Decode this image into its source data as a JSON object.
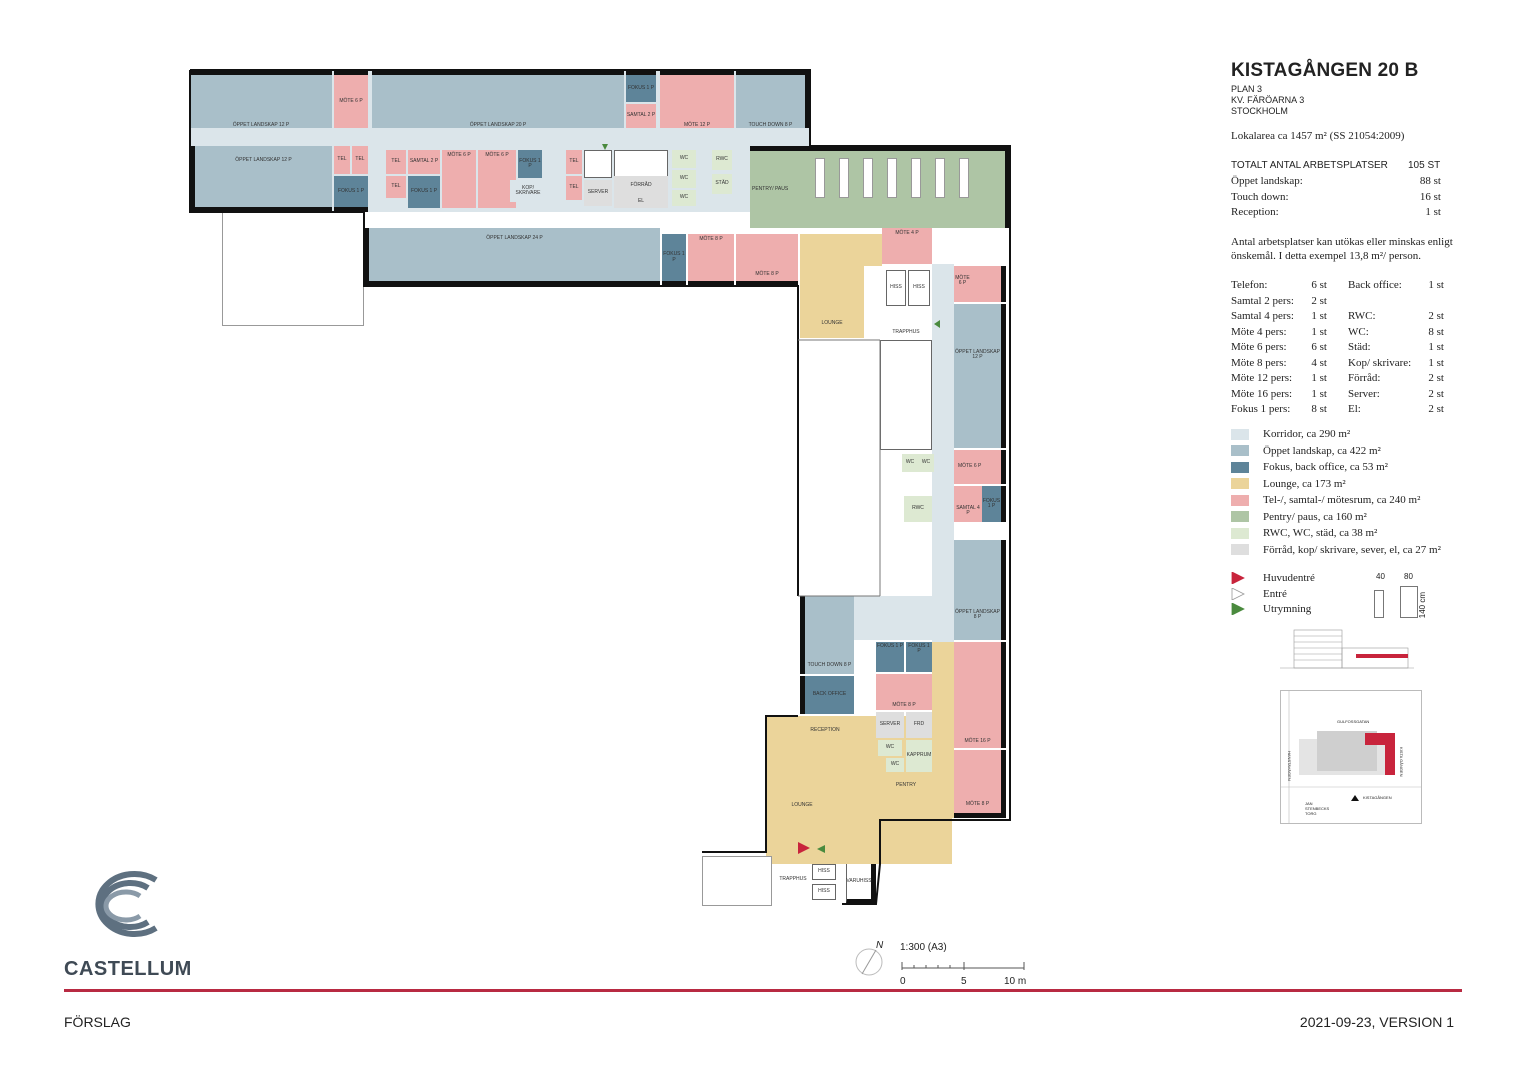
{
  "header": {
    "title": "KISTAGÅNGEN 20 B",
    "line1": "PLAN 3",
    "line2": "KV. FÄRÖARNA 3",
    "line3": "STOCKHOLM",
    "area": "Lokalarea ca 1457 m² (SS 21054:2009)"
  },
  "workplaces": {
    "total_label": "TOTALT ANTAL ARBETSPLATSER",
    "total_value": "105 ST",
    "rows": [
      {
        "label": "Öppet landskap:",
        "value": "88 st"
      },
      {
        "label": "Touch down:",
        "value": "16 st"
      },
      {
        "label": "Reception:",
        "value": "1 st"
      }
    ],
    "note_line1": "Antal arbetsplatser kan utökas eller minskas enligt",
    "note_line2": "önskemål. I detta exempel 13,8 m²/ person."
  },
  "rooms_left": [
    {
      "label": "Telefon:",
      "value": "6 st"
    },
    {
      "label": "Samtal 2 pers:",
      "value": "2 st"
    },
    {
      "label": "Samtal 4 pers:",
      "value": "1 st"
    },
    {
      "label": "Möte 4 pers:",
      "value": "1 st"
    },
    {
      "label": "Möte 6 pers:",
      "value": "6 st"
    },
    {
      "label": "Möte 8 pers:",
      "value": "4 st"
    },
    {
      "label": "Möte 12 pers:",
      "value": "1 st"
    },
    {
      "label": "Möte 16 pers:",
      "value": "1 st"
    },
    {
      "label": "Fokus 1 pers:",
      "value": "8 st"
    }
  ],
  "rooms_right": [
    {
      "label": "Back office:",
      "value": "1 st"
    },
    {
      "label": "",
      "value": ""
    },
    {
      "label": "RWC:",
      "value": "2 st"
    },
    {
      "label": "WC:",
      "value": "8 st"
    },
    {
      "label": "Städ:",
      "value": "1 st"
    },
    {
      "label": "Kop/ skrivare:",
      "value": "1 st"
    },
    {
      "label": "Förråd:",
      "value": "2 st"
    },
    {
      "label": "Server:",
      "value": "2 st"
    },
    {
      "label": "El:",
      "value": "2 st"
    }
  ],
  "legend": [
    {
      "label": "Korridor, ca 290 m²",
      "color": "#dbe5ea"
    },
    {
      "label": "Öppet landskap, ca 422 m²",
      "color": "#a9bfc9"
    },
    {
      "label": "Fokus, back office, ca 53 m²",
      "color": "#5e8499"
    },
    {
      "label": "Lounge, ca 173 m²",
      "color": "#ebd49a"
    },
    {
      "label": "Tel-/, samtal-/ mötesrum, ca 240 m²",
      "color": "#eeaeae"
    },
    {
      "label": "Pentry/ paus, ca 160 m²",
      "color": "#aec5a5"
    },
    {
      "label": "RWC, WC, städ, ca 38 m²",
      "color": "#dde9d2"
    },
    {
      "label": "Förråd, kop/ skrivare, sever, el, ca 27 m²",
      "color": "#dedede"
    }
  ],
  "entrances": [
    {
      "label": "Huvudentré",
      "color": "#c8243c"
    },
    {
      "label": "Entré",
      "color": "#ffffff"
    },
    {
      "label": "Utrymning",
      "color": "#4a8a3e"
    }
  ],
  "desk_dims": {
    "w1": "40",
    "w2": "80",
    "h": "140 cm"
  },
  "scale": {
    "text": "1:300 (A3)",
    "north": "N",
    "t0": "0",
    "t5": "5",
    "t10": "10 m"
  },
  "brand": "CASTELLUM",
  "footer": {
    "left": "FÖRSLAG",
    "right": "2021-09-23, VERSION 1"
  },
  "minimap": {
    "street1": "GULFOSSGATAN",
    "street2": "HANSTAVÄGEN",
    "street3": "KISTAGÅNGEN",
    "street4": "JAN STENBECKS TORG",
    "street5": "KISTA GÅNGEN"
  },
  "rooms": {
    "ol12a": "ÖPPET LANDSKAP 12 P",
    "mote6a": "MÖTE 6 P",
    "ol20": "ÖPPET LANDSKAP 20 P",
    "fokus1": "FOKUS 1 P",
    "samtal2": "SAMTAL 2 P",
    "mote12": "MÖTE 12 P",
    "td8a": "TOUCH DOWN 8 P",
    "ol12b": "ÖPPET LANDSKAP 12 P",
    "tel": "TEL",
    "samtal2b": "SAMTAL 2 P",
    "mote6b": "MÖTE 6 P",
    "mote6c": "MÖTE 6 P",
    "kop": "KOP/ SKRIVARE",
    "server": "SERVER",
    "forrad": "FÖRRÅD",
    "el": "EL",
    "wc": "WC",
    "rwc": "RWC",
    "stad": "STÄD",
    "pentry": "PENTRY/ PAUS",
    "ol24": "ÖPPET LANDSKAP 24 P",
    "mote8a": "MÖTE 8 P",
    "mote8b": "MÖTE 8 P",
    "mote4": "MÖTE 4 P",
    "lounge1": "LOUNGE",
    "hiss": "HISS",
    "trapphus": "TRAPPHUS",
    "ol12c": "ÖPPET LANDSKAP 12 P",
    "mote6d": "MÖTE 6 P",
    "samtal4": "SAMTAL 4 P",
    "ol8": "ÖPPET LANDSKAP 8 P",
    "td8b": "TOUCH DOWN 8 P",
    "backoffice": "BACK OFFICE",
    "mote8c": "MÖTE 8 P",
    "mote16": "MÖTE 16 P",
    "reception": "RECEPTION",
    "kapprum": "KAPPRUM",
    "pentry2": "PENTRY",
    "lounge2": "LOUNGE",
    "mote8d": "MÖTE 8 P",
    "varuhiss": "VARUHISS",
    "trapphus2": "TRAPPHUS",
    "prd": "FRD"
  }
}
